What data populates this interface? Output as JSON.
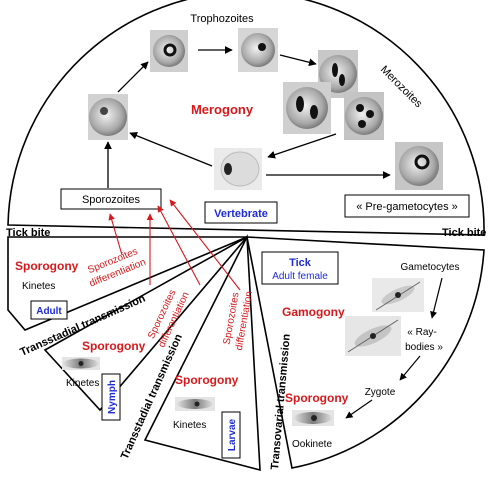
{
  "colors": {
    "process_red": "#d7191c",
    "host_blue": "#1f2bd6",
    "outline": "#000000",
    "cell_gray": "#9a9a9a"
  },
  "vertebrate_section": {
    "trophozoites": "Trophozoites",
    "merozoites": "Merozoites",
    "merogony": "Merogony",
    "sporozoites": "Sporozoites",
    "host_label": "Vertebrate",
    "pre_gametocytes": "« Pre-gametocytes »"
  },
  "tick_bite_left": "Tick bite",
  "tick_bite_right": "Tick bite",
  "adult_sector": {
    "process": "Sporogony",
    "cell": "Kinetes",
    "stage": "Adult",
    "differentiation_line1": "Sporozoites",
    "differentiation_line2": "differentiation"
  },
  "nymph_sector": {
    "transmission": "Transstadial transmission",
    "process": "Sporogony",
    "cell": "Kinetes",
    "stage": "Nymph",
    "differentiation_line1": "Sporozoites",
    "differentiation_line2": "differentiation"
  },
  "larvae_sector": {
    "transmission": "Transstadial transmission",
    "process": "Sporogony",
    "cell": "Kinetes",
    "stage": "Larvae",
    "differentiation_line1": "Sporozoites",
    "differentiation_line2": "differentiation"
  },
  "tick_sector": {
    "transmission": "Transovarial transmission",
    "host_label": "Tick",
    "host_sublabel": "Adult female",
    "gametocytes": "Gametocytes",
    "gamogony": "Gamogony",
    "ray_bodies_line1": "« Ray-",
    "ray_bodies_line2": "bodies »",
    "zygote": "Zygote",
    "sporogony": "Sporogony",
    "ookinete": "Ookinete"
  }
}
